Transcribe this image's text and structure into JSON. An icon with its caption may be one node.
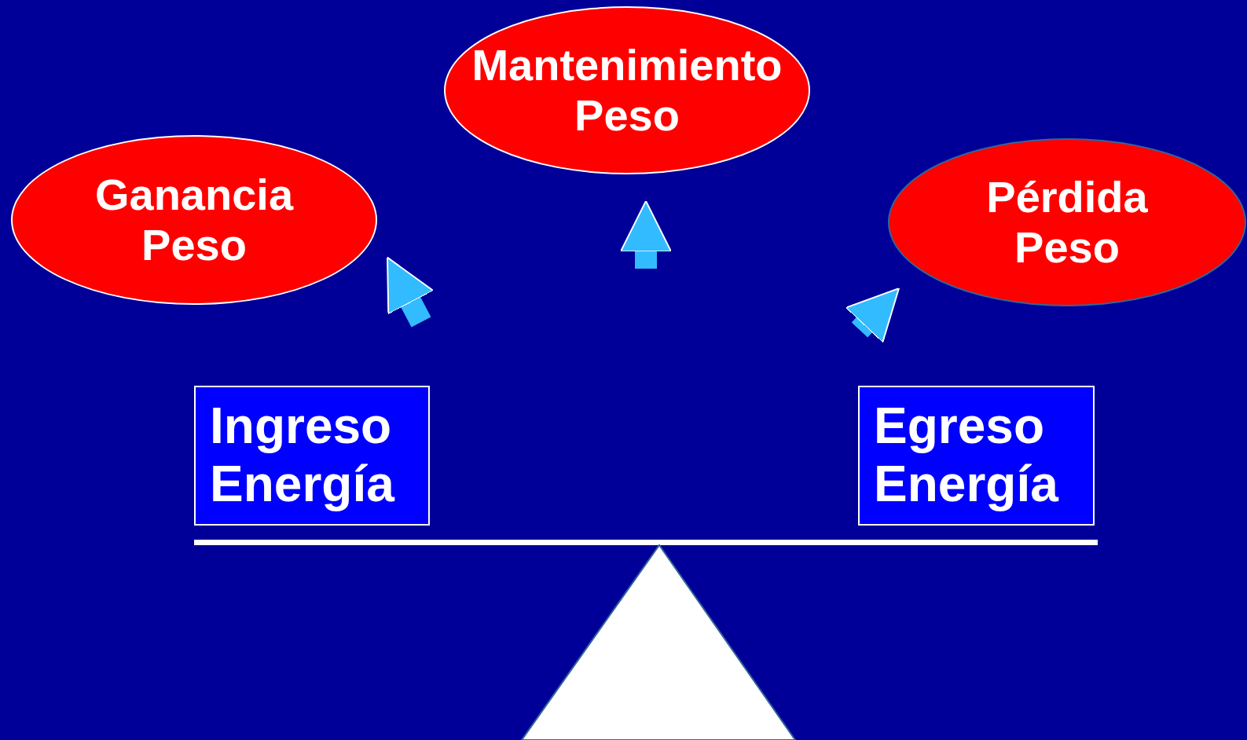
{
  "diagram": {
    "nodes": [
      {
        "text": [
          "Mantenimiento Peso"
        ]
      },
      {
        "text": [
          "Ganancia Peso"
        ]
      },
      {
        "text": [
          "Pérdida Peso"
        ]
      },
      {
        "text": [
          "Ingreso Energía"
        ]
      },
      {
        "text": [
          "Egreso Energía"
        ]
      }
    ],
    "edges": [
      {
        "from": null,
        "to": 1,
        "arrow": "to"
      },
      {
        "from": null,
        "to": 0,
        "arrow": "to"
      },
      {
        "from": null,
        "to": 2,
        "arrow": "to"
      }
    ]
  }
}
